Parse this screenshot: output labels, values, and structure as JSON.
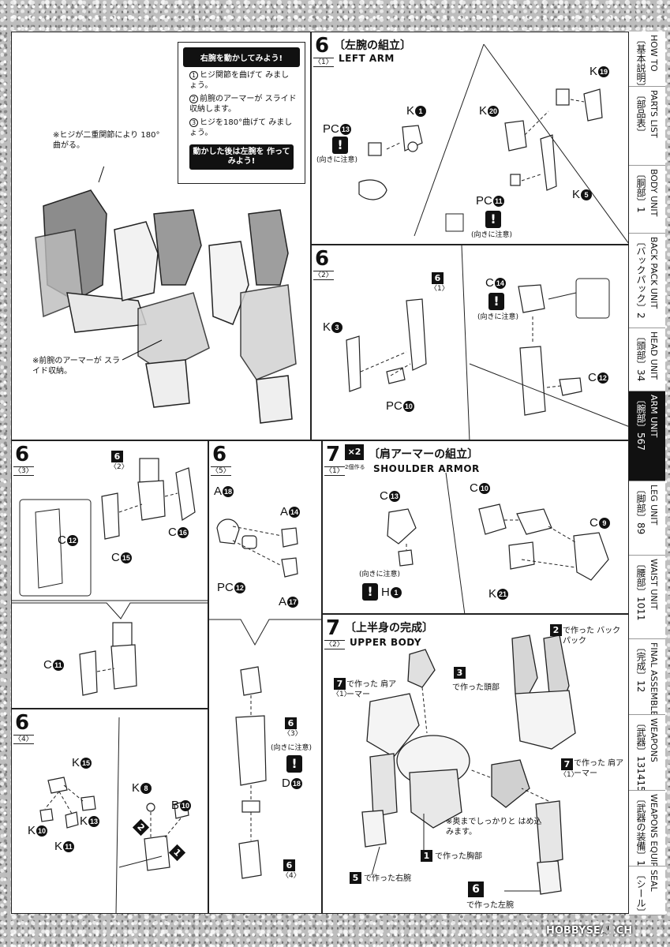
{
  "page_number": "9",
  "watermark": "HOBBYSEARCH",
  "side_index": [
    {
      "jp": "〔基本説明〕",
      "en": "HOW TO",
      "active": false
    },
    {
      "jp": "〔部品表〕",
      "en": "PARTS LIST",
      "active": false
    },
    {
      "jp": "〔胴部〕1",
      "en": "BODY UNIT",
      "active": false
    },
    {
      "jp": "〔バックパック〕2",
      "en": "BACK PACK UNIT",
      "active": false
    },
    {
      "jp": "〔頭部〕34",
      "en": "HEAD UNIT",
      "active": false
    },
    {
      "jp": "〔腕部〕567",
      "en": "ARM UNIT",
      "active": true
    },
    {
      "jp": "〔脚部〕89",
      "en": "LEG UNIT",
      "active": false
    },
    {
      "jp": "〔腰部〕1011",
      "en": "WAIST UNIT",
      "active": false
    },
    {
      "jp": "〔完成〕12",
      "en": "FINAL ASSEMBLE",
      "active": false
    },
    {
      "jp": "〔武器〕131415",
      "en": "WEAPONS",
      "active": false
    },
    {
      "jp": "〔武器の装備〕16",
      "en": "WEAPONS EQUIPMENT",
      "active": false
    },
    {
      "jp": "〔シール〕",
      "en": "SEAL",
      "active": false
    }
  ],
  "intro": {
    "callout_header": "右腕を動かしてみよう!",
    "items": [
      {
        "num": "1",
        "text": "ヒジ関節を曲げて みましょう。"
      },
      {
        "num": "2",
        "text": "前腕のアーマーが スライド収納します。"
      },
      {
        "num": "3",
        "text": "ヒジを180°曲げて みましょう。"
      }
    ],
    "callout_footer": "動かした後は左腕を 作ってみよう!",
    "note_elbow": "※ヒジが二重関節により 180°曲がる。",
    "note_armor": "※前腕のアーマーが スライド収納。"
  },
  "step6_1": {
    "num": "6",
    "sub": "〈1〉",
    "title_jp": "〔左腕の組立〕",
    "title_en": "LEFT ARM",
    "labels": {
      "pc13": "PC",
      "pc13n": "13",
      "k1": "K",
      "k1n": "1",
      "k20": "K",
      "k20n": "20",
      "k19": "K",
      "k19n": "19",
      "k5": "K",
      "k5n": "5",
      "pc11": "PC",
      "pc11n": "11"
    },
    "caution": "(向きに注意)",
    "caution2": "(向きに注意)"
  },
  "step6_2": {
    "num": "6",
    "sub": "〈2〉",
    "ref": "6",
    "ref_sub": "〈1〉",
    "labels": {
      "k3": "K",
      "k3n": "3",
      "pc10": "PC",
      "pc10n": "10",
      "c14": "C",
      "c14n": "14",
      "c12": "C",
      "c12n": "12"
    },
    "caution": "(向きに注意)"
  },
  "step6_3": {
    "num": "6",
    "sub": "〈3〉",
    "ref": "6",
    "ref_sub": "〈2〉",
    "labels": {
      "c12": "C",
      "c12n": "12",
      "c16": "C",
      "c16n": "16",
      "c15": "C",
      "c15n": "15",
      "c11": "C",
      "c11n": "11"
    }
  },
  "step6_5": {
    "num": "6",
    "sub": "〈5〉",
    "labels": {
      "a18": "A",
      "a18n": "18",
      "a14": "A",
      "a14n": "14",
      "pc12": "PC",
      "pc12n": "12",
      "a17": "A",
      "a17n": "17",
      "d18": "D",
      "d18n": "18"
    },
    "ref_a": "6",
    "ref_a_sub": "〈3〉",
    "ref_b": "6",
    "ref_b_sub": "〈4〉",
    "caution": "(向きに注意)"
  },
  "step6_4": {
    "num": "6",
    "sub": "〈4〉",
    "labels": {
      "k15": "K",
      "k15n": "15",
      "k10": "K",
      "k10n": "10",
      "k13": "K",
      "k13n": "13",
      "k11": "K",
      "k11n": "11",
      "k8": "K",
      "k8n": "8",
      "b10": "B",
      "b10n": "10"
    },
    "order1": "1",
    "order2": "2"
  },
  "step7_1": {
    "num": "7",
    "sub": "〈1〉",
    "x2": "×2",
    "x2_note": "2個作る",
    "title_jp": "〔肩アーマーの組立〕",
    "title_en": "SHOULDER ARMOR",
    "labels": {
      "c13": "C",
      "c13n": "13",
      "c10": "C",
      "c10n": "10",
      "c9": "C",
      "c9n": "9",
      "h1": "H",
      "h1n": "1",
      "k21": "K",
      "k21n": "21"
    },
    "caution": "(向きに注意)"
  },
  "step7_2": {
    "num": "7",
    "sub": "〈2〉",
    "title_jp": "〔上半身の完成〕",
    "title_en": "UPPER BODY",
    "notes": {
      "n2_ref": "2",
      "n2": "で作った バックパック",
      "n7_ref": "7",
      "n7_sub": "〈1〉",
      "n7": "で作った 肩アーマー",
      "n3_ref": "3",
      "n3": "で作った頭部",
      "n7b_ref": "7",
      "n7b_sub": "〈1〉",
      "n7b": "で作った 肩アーマー",
      "deep": "※奥までしっかりと はめ込みます。",
      "n1_ref": "1",
      "n1": "で作った胸部",
      "n5_ref": "5",
      "n5": "で作った右腕",
      "n6_ref": "6",
      "n6": "で作った左腕"
    }
  }
}
